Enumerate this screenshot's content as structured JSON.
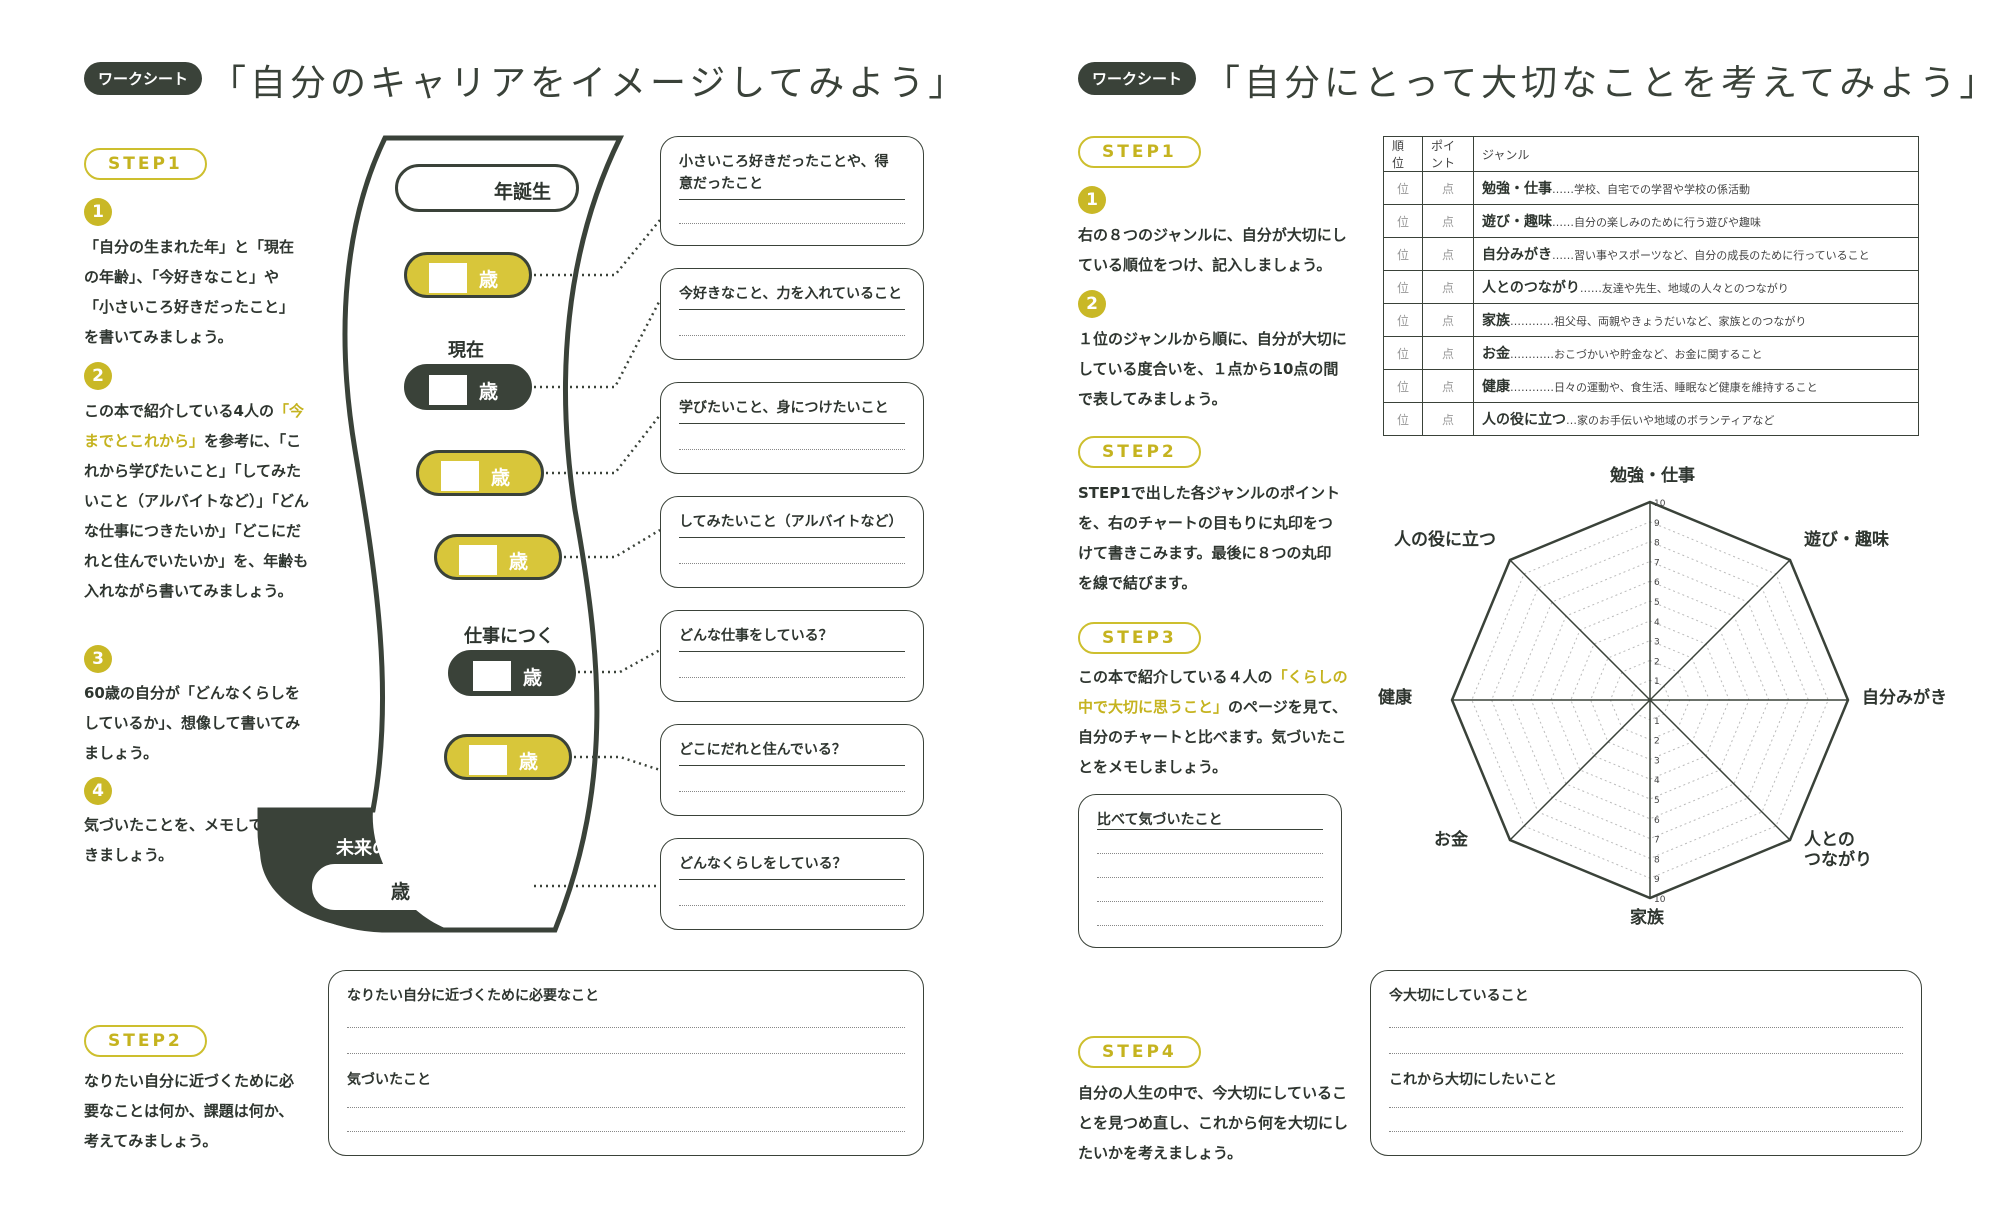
{
  "left": {
    "badge": "ワークシート",
    "title": "「自分のキャリアをイメージしてみよう」",
    "step1": "STEP1",
    "n1": "1",
    "n2": "2",
    "n3": "3",
    "n4": "4",
    "p1": "「自分の生まれた年」と「現在の年齢」、「今好きなこと」や「小さいころ好きだったこと」を書いてみましょう。",
    "p2a": "この本で紹介している4人の",
    "p2hl": "「今までとこれから」",
    "p2b": "を参考に、「これから学びたいこと」「してみたいこと（アルバイトなど）」「どんな仕事につきたいか」「どこにだれと住んでいたいか」を、年齢も入れながら書いてみましょう。",
    "p3": "60歳の自分が「どんなくらしをしているか」、想像して書いてみましょう。",
    "p4": "気づいたことを、メモしておきましょう。",
    "timeline": {
      "birth_year": "年誕生",
      "now": "現在",
      "job": "仕事につく",
      "future": "未来の姿",
      "age_unit": "歳"
    },
    "boxes": [
      "小さいころ好きだったことや、得意だったこと",
      "今好きなこと、力を入れていること",
      "学びたいこと、身につけたいこと",
      "してみたいこと（アルバイトなど）",
      "どんな仕事をしている？",
      "どこにだれと住んでいる？",
      "どんなくらしをしている？"
    ],
    "step2": "STEP2",
    "step2_text": "なりたい自分に近づくために必要なことは何か、課題は何か、考えてみましょう。",
    "bottom_box": {
      "label1": "なりたい自分に近づくために必要なこと",
      "label2": "気づいたこと"
    }
  },
  "right": {
    "badge": "ワークシート",
    "title": "「自分にとって大切なことを考えてみよう」",
    "step1": "STEP1",
    "n1": "1",
    "n2": "2",
    "p1": "右の８つのジャンルに、自分が大切にしている順位をつけ、記入しましょう。",
    "p2": "１位のジャンルから順に、自分が大切にしている度合いを、１点から10点の間で表してみましょう。",
    "step2": "STEP2",
    "step2_text": "STEP1で出した各ジャンルのポイントを、右のチャートの目もりに丸印をつけて書きこみます。最後に８つの丸印を線で結びます。",
    "step3": "STEP3",
    "step3_a": "この本で紹介している４人の",
    "step3_hl": "「くらしの中で大切に思うこと」",
    "step3_b": "のページを見て、自分のチャートと比べます。気づいたことをメモしましょう。",
    "compare_label": "比べて気づいたこと",
    "table": {
      "headers": [
        "順位",
        "ポイント",
        "ジャンル"
      ],
      "rank_suffix": "位",
      "point_suffix": "点",
      "rows": [
        {
          "genre": "勉強・仕事",
          "desc": "……学校、自宅での学習や学校の係活動"
        },
        {
          "genre": "遊び・趣味",
          "desc": "……自分の楽しみのために行う遊びや趣味"
        },
        {
          "genre": "自分みがき",
          "desc": "……習い事やスポーツなど、自分の成長のために行っていること"
        },
        {
          "genre": "人とのつながり",
          "desc": "……友達や先生、地域の人々とのつながり"
        },
        {
          "genre": "家族",
          "desc": "…………祖父母、両親やきょうだいなど、家族とのつながり"
        },
        {
          "genre": "お金",
          "desc": "…………おこづかいや貯金など、お金に関すること"
        },
        {
          "genre": "健康",
          "desc": "…………日々の運動や、食生活、睡眠など健康を維持すること"
        },
        {
          "genre": "人の役に立つ",
          "desc": "…家のお手伝いや地域のボランティアなど"
        }
      ]
    },
    "radar": {
      "axes": [
        "勉強・仕事",
        "遊び・趣味",
        "自分みがき",
        "人との\nつながり",
        "家族",
        "お金",
        "健康",
        "人の役に立つ"
      ],
      "axis_line1": [
        "勉強・仕事",
        "遊び・趣味",
        "自分みがき",
        "人との",
        "家族",
        "お金",
        "健康",
        "人の役に立つ"
      ],
      "axis_line2": [
        "",
        "",
        "",
        "つながり",
        "",
        "",
        "",
        ""
      ],
      "ticks": [
        "1",
        "2",
        "3",
        "4",
        "5",
        "6",
        "7",
        "8",
        "9",
        "10"
      ],
      "max": 10
    },
    "step4": "STEP4",
    "step4_text": "自分の人生の中で、今大切にしていることを見つめ直し、これから何を大切にしたいかを考えましょう。",
    "bottom_box": {
      "label1": "今大切にしていること",
      "label2": "これから大切にしたいこと"
    }
  }
}
